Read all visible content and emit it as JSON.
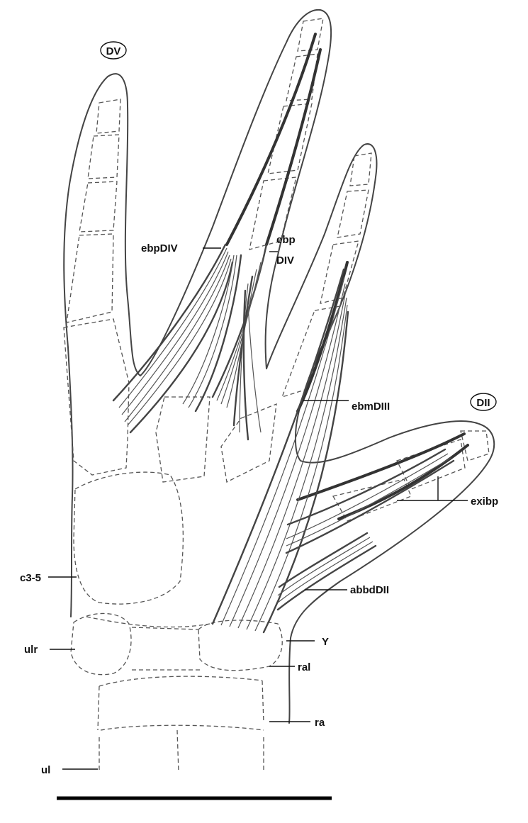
{
  "labels": {
    "digit_v": "DV",
    "digit_ii": "DII",
    "ebpDIV_left": "ebpDIV",
    "ebp_right_line1": "ebp",
    "ebp_right_line2": "DIV",
    "ebmDIII": "ebmDIII",
    "exibp": "exibp",
    "abbdDII": "abbdDII",
    "c3_5": "c3-5",
    "Y": "Y",
    "ulr": "ulr",
    "ral": "ral",
    "ul": "ul",
    "ra": "ra"
  },
  "colors": {
    "outline": "#444444",
    "tendon": "#333333",
    "text": "#111111"
  }
}
